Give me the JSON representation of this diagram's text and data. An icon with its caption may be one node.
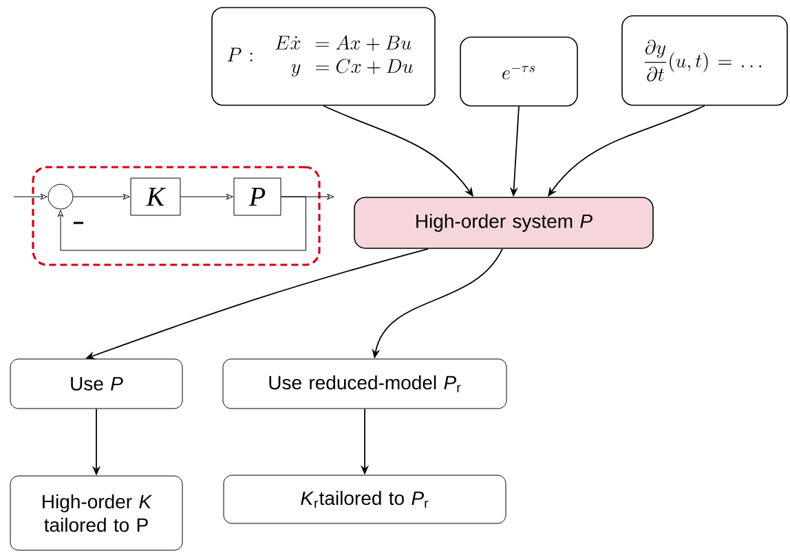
{
  "diagram": {
    "nodes": [
      {
        "text": [
          "P:\\;\\begin{array}{rl}E\\dot{x} & = Ax+Bu\\\\ y & = Cx+Du\\end{array}"
        ]
      },
      {
        "text": [
          "e^{-\\tau s}"
        ]
      },
      {
        "text": [
          "\\frac{\\partial y}{\\partial t}(u,t) = \\dots"
        ]
      },
      {
        "text": [
          "High-order system *P*"
        ]
      },
      {
        "text": [
          "Use *P*"
        ]
      },
      {
        "text": [
          "Use reduced-model *P*$_{r}$"
        ]
      },
      {
        "text": [
          "High-order *K* tailored to P"
        ]
      },
      {
        "text": [
          "*K*$_{r}$tailored to *P*$_{r}$"
        ]
      },
      {
        "text": [],
        "shape": "box"
      },
      {
        "text": [],
        "shape": "circle",
        "in": 8
      },
      {
        "text": [
          "K"
        ],
        "in": 8
      },
      {
        "text": [
          "P"
        ],
        "in": 8
      }
    ],
    "edges": [
      {
        "from": 0,
        "to": 3,
        "arrow": "to"
      },
      {
        "from": 1,
        "to": 3,
        "arrow": "to"
      },
      {
        "from": 2,
        "to": 3,
        "arrow": "to"
      },
      {
        "from": 3,
        "to": 4,
        "arrow": "to"
      },
      {
        "from": 3,
        "to": 5,
        "arrow": "to"
      },
      {
        "from": 4,
        "to": 6,
        "arrow": "to"
      },
      {
        "from": 5,
        "to": 7,
        "arrow": "to"
      },
      {
        "from": null,
        "to": 9,
        "arrow": "to"
      },
      {
        "from": 9,
        "to": 10,
        "arrow": "to"
      },
      {
        "from": 10,
        "to": 11,
        "arrow": "to"
      },
      {
        "from": 11,
        "to": 9,
        "arrow": "to"
      },
      {
        "from": 11,
        "to": null,
        "arrow": "to"
      }
    ],
    "labels": [
      "−"
    ]
  }
}
